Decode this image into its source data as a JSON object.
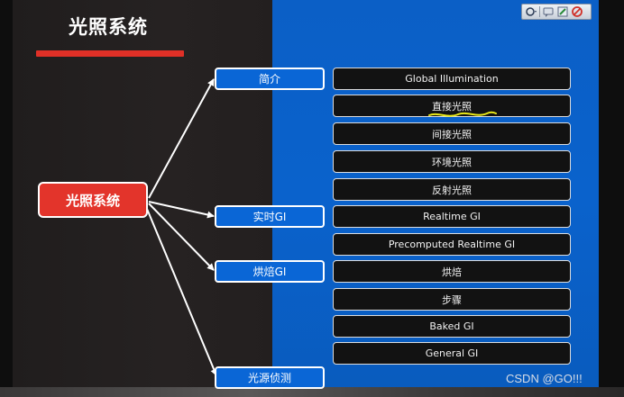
{
  "slide": {
    "title": "光照系统",
    "root_label": "光照系统",
    "categories": [
      {
        "label": "简介"
      },
      {
        "label": "实时GI"
      },
      {
        "label": "烘焙GI"
      },
      {
        "label": "光源侦测"
      }
    ],
    "items": [
      {
        "label": "Global Illumination"
      },
      {
        "label": "直接光照"
      },
      {
        "label": "间接光照"
      },
      {
        "label": "环境光照"
      },
      {
        "label": "反射光照"
      },
      {
        "label": "Realtime GI"
      },
      {
        "label": "Precomputed Realtime GI"
      },
      {
        "label": "烘焙"
      },
      {
        "label": "步骤"
      },
      {
        "label": "Baked GI"
      },
      {
        "label": "General GI"
      }
    ]
  },
  "watermark": "CSDN @GO!!!",
  "colors": {
    "accent_red": "#e3342b",
    "slide_blue": "#0a62cc",
    "dark_panel": "#231f1f",
    "highlight_yellow": "#e8e81a"
  },
  "toolbar": {
    "icons": [
      "pen-dropdown-icon",
      "comment-icon",
      "edit-icon",
      "no-entry-icon"
    ]
  }
}
